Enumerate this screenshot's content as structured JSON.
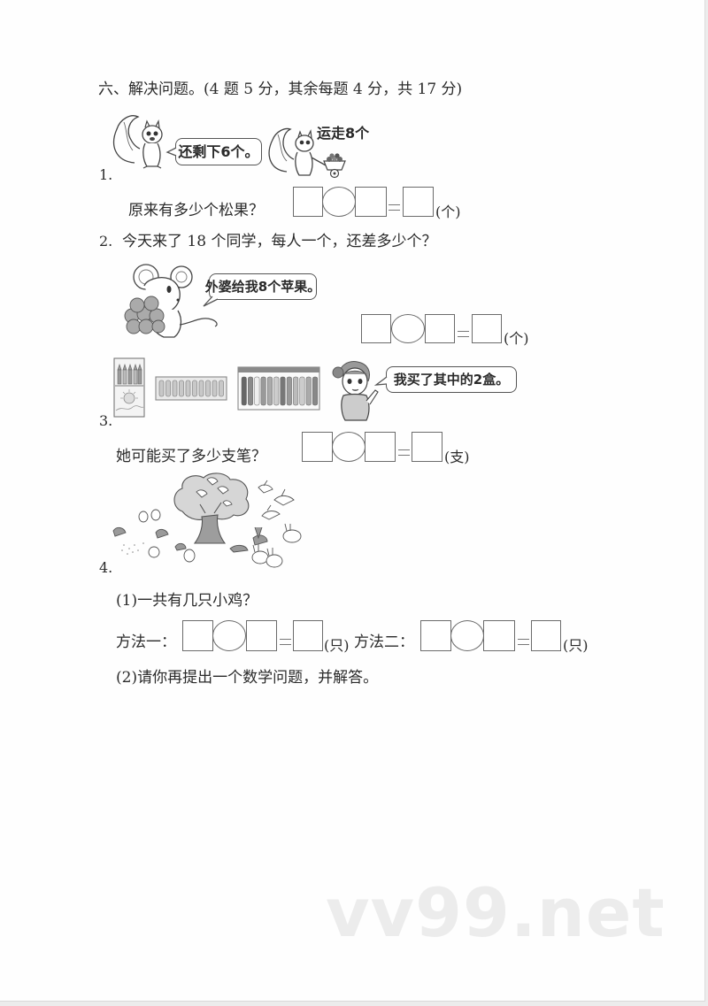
{
  "section": {
    "title": "六、解决问题。(4 题 5 分，其余每题 4 分，共 17 分)"
  },
  "questions": [
    {
      "number": "1.",
      "illustration": {
        "speech_bubble": "还剩下6个。",
        "caption": "运走8个",
        "icons": [
          "squirrel-icon",
          "squirrel-with-cart-icon"
        ]
      },
      "prompt": "原来有多少个松果？",
      "equation": {
        "operands": [
          "",
          ""
        ],
        "operator": "",
        "result": "",
        "unit": "(个)"
      }
    },
    {
      "number": "2.",
      "text": "今天来了 18 个同学，每人一个，还差多少个？",
      "illustration": {
        "speech_bubble": "外婆给我8个苹果。",
        "icons": [
          "mouse-with-apples-icon"
        ]
      },
      "equation": {
        "operands": [
          "",
          ""
        ],
        "operator": "",
        "result": "",
        "unit": "(个)"
      }
    },
    {
      "number": "3.",
      "illustration": {
        "boxes": [
          {
            "name": "crayon-box",
            "count": 5
          },
          {
            "name": "pen-box-small",
            "count": 10
          },
          {
            "name": "pen-box-large",
            "count": 12
          }
        ],
        "speech_bubble": "我买了其中的2盒。",
        "icons": [
          "girl-icon"
        ]
      },
      "prompt": "她可能买了多少支笔？",
      "equation": {
        "operands": [
          "",
          ""
        ],
        "operator": "",
        "result": "",
        "unit": "(支)"
      }
    },
    {
      "number": "4.",
      "illustration": {
        "icons": [
          "tree-with-birds-icon",
          "chicks-icon",
          "rabbits-icon",
          "flying-birds-icon"
        ]
      },
      "sub_questions": [
        {
          "label": "(1)一共有几只小鸡？",
          "methods": [
            {
              "label": "方法一：",
              "equation": {
                "operands": [
                  "",
                  ""
                ],
                "operator": "",
                "result": "",
                "unit": "(只)"
              }
            },
            {
              "label": "方法二：",
              "equation": {
                "operands": [
                  "",
                  ""
                ],
                "operator": "",
                "result": "",
                "unit": "(只)"
              }
            }
          ]
        },
        {
          "label": "(2)请你再提出一个数学问题，并解答。"
        }
      ]
    }
  ],
  "watermark": "vv99.net"
}
